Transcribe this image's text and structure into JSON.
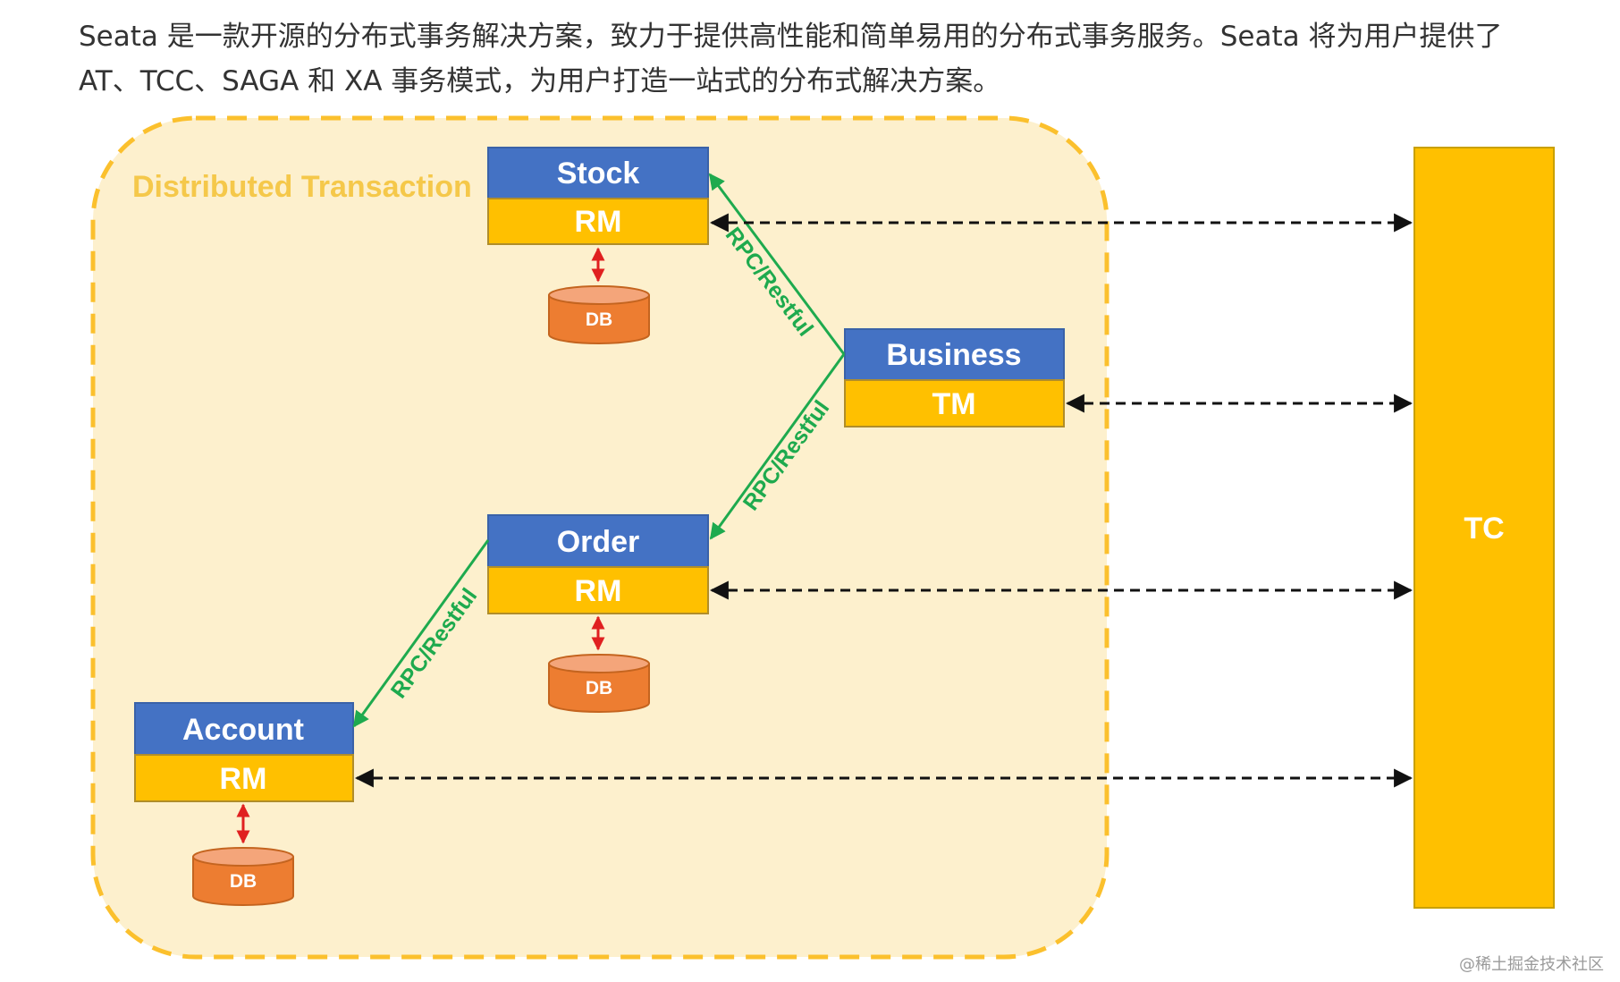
{
  "intro": {
    "line1": "Seata 是一款开源的分布式事务解决方案，致力于提供高性能和简单易用的分布式事务服务。Seata 将为用户提供了",
    "line2": "AT、TCC、SAGA 和 XA 事务模式，为用户打造一站式的分布式解决方案。"
  },
  "diagram": {
    "region_title": "Distributed Transaction",
    "colors": {
      "region_fill": "#fdf0cd",
      "region_border": "#fbc02d",
      "service_header": "#4472c4",
      "role_fill": "#ffc000",
      "db_fill": "#ed7d31",
      "rpc_arrow": "#1eaa4e",
      "db_arrow": "#e02020",
      "tc_arrow": "#111111"
    },
    "services": {
      "stock": {
        "name": "Stock",
        "role": "RM",
        "db": "DB"
      },
      "business": {
        "name": "Business",
        "role": "TM"
      },
      "order": {
        "name": "Order",
        "role": "RM",
        "db": "DB"
      },
      "account": {
        "name": "Account",
        "role": "RM",
        "db": "DB"
      }
    },
    "rpc_labels": {
      "business_to_stock": "RPC/Restful",
      "business_to_order": "RPC/Restful",
      "order_to_account": "RPC/Restful"
    },
    "tc": {
      "label": "TC"
    }
  },
  "watermark": "@稀土掘金技术社区"
}
